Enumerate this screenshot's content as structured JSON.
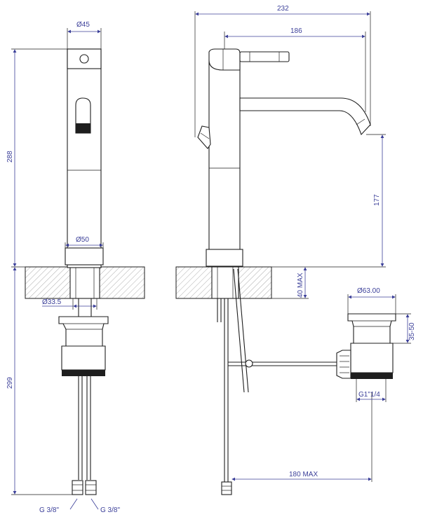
{
  "dimensions": {
    "front_body_diameter": "Ø45",
    "front_total_height": "288",
    "front_base_diameter": "Ø50",
    "front_hole_diameter": "Ø33.5",
    "front_below_counter": "299",
    "side_total_reach": "232",
    "side_spout_reach": "186",
    "side_spout_height": "177",
    "counter_max_thickness": "40 MAX",
    "waste_top_diameter": "Ø63.00",
    "waste_height_range": "35-50",
    "waste_thread": "G1\"1/4",
    "waste_max_distance": "180 MAX",
    "connector_left": "G 3/8\"",
    "connector_right": "G 3/8\""
  },
  "colors": {
    "dimension": "#3b3f99",
    "outline": "#1e1e1e",
    "background": "#ffffff"
  }
}
